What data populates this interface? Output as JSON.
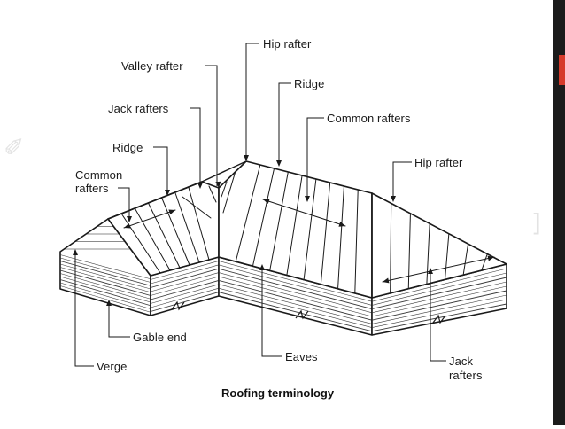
{
  "labels": {
    "hip_rafter_top": "Hip rafter",
    "valley_rafter": "Valley rafter",
    "ridge_top": "Ridge",
    "jack_rafters_top": "Jack rafters",
    "common_rafters_right": "Common rafters",
    "ridge_left": "Ridge",
    "hip_rafter_right": "Hip rafter",
    "common_rafters_left_line1": "Common",
    "common_rafters_left_line2": "rafters",
    "gable_end": "Gable end",
    "verge": "Verge",
    "eaves": "Eaves",
    "jack_rafters_bottom_line1": "Jack",
    "jack_rafters_bottom_line2": "rafters"
  },
  "caption": "Roofing terminology",
  "colors": {
    "line": "#1a1a1a",
    "sidebar": "#1b1b1b",
    "accent": "#d63a2a",
    "watermark": "#e3e3e3"
  }
}
